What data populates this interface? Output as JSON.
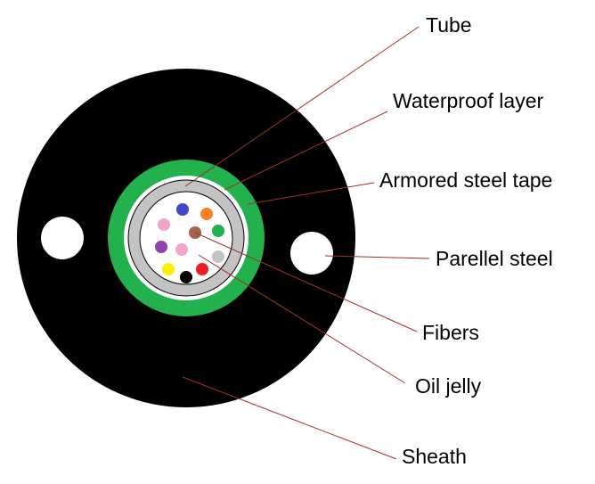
{
  "labels": {
    "tube": "Tube",
    "waterproof": "Waterproof layer",
    "armored": "Armored steel tape",
    "parallel": "Parellel steel",
    "fibers": "Fibers",
    "oil": "Oil jelly",
    "sheath": "Sheath"
  },
  "colors": {
    "sheath": "#000000",
    "armor": "#22b14c",
    "tube": "#c3c3c3",
    "leader": "#a0302a",
    "fibers": [
      "#3f48cc",
      "#ff7f27",
      "#f4a6c8",
      "#a0654a",
      "#22b14c",
      "#8e44ad",
      "#f4a6c8",
      "#c3c3c3",
      "#ffef00",
      "#000000",
      "#ed1c24"
    ]
  }
}
